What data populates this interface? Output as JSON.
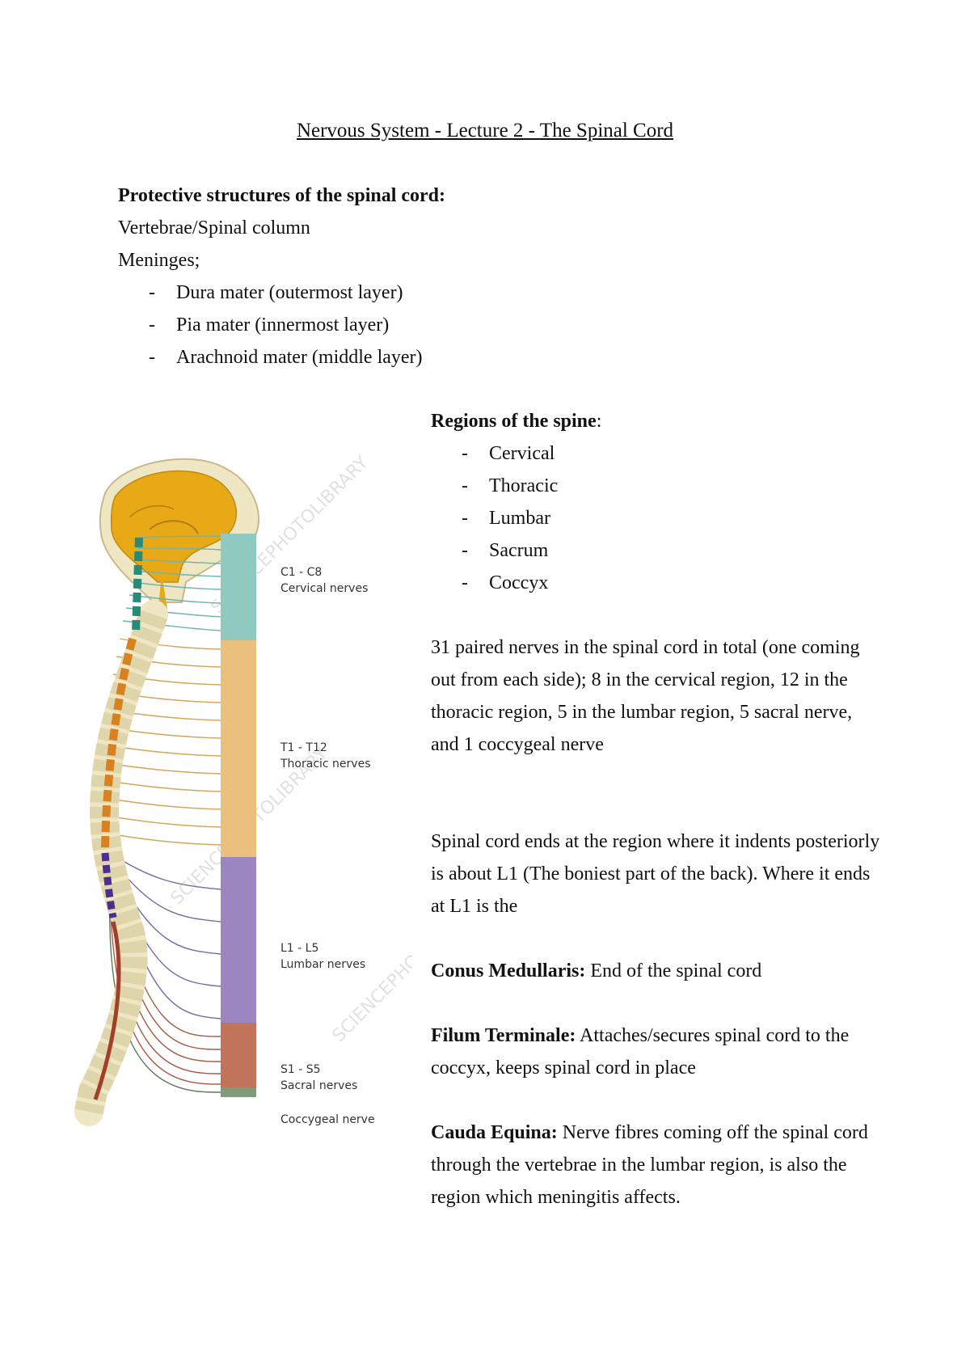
{
  "title": "Nervous System - Lecture 2 - The Spinal Cord",
  "protective": {
    "heading": "Protective structures of the spinal cord:",
    "line1": "Vertebrae/Spinal column",
    "line2": "Meninges;",
    "items": [
      "Dura mater (outermost layer)",
      "Pia mater (innermost layer)",
      "Arachnoid mater (middle layer)"
    ]
  },
  "regions": {
    "heading": "Regions of the spine",
    "colon": ":",
    "items": [
      "Cervical",
      "Thoracic",
      "Lumbar",
      "Sacrum",
      "Coccyx"
    ]
  },
  "bullet_char": "-",
  "paragraphs": {
    "nerves": "31 paired nerves in the spinal cord in total (one coming out from each side); 8 in the cervical region, 12 in the thoracic region, 5 in the lumbar region, 5 sacral nerve, and 1 coccygeal nerve",
    "ends": "Spinal cord ends at the region where it indents posteriorly is about L1 (The boniest part of the back). Where it ends at L1 is the",
    "conus_term": "Conus Medullaris:",
    "conus_def": " End of the spinal cord",
    "filum_term": "Filum Terminale:",
    "filum_def": " Attaches/secures spinal cord to the coccyx, keeps spinal cord in place",
    "cauda_term": "Cauda Equina:",
    "cauda_def": " Nerve fibres coming off the spinal cord through the vertebrae in the lumbar region, is also the region which meningitis affects."
  },
  "diagram": {
    "labels": {
      "cervical_range": "C1 - C8",
      "cervical_name": "Cervical nerves",
      "thoracic_range": "T1 - T12",
      "thoracic_name": "Thoracic nerves",
      "lumbar_range": "L1 - L5",
      "lumbar_name": "Lumbar nerves",
      "sacral_range": "S1 - S5",
      "sacral_name": "Sacral nerves",
      "coccygeal_name": "Coccygeal nerve"
    },
    "watermark": "SCIENCEPHOTOLIBRARY",
    "colors": {
      "cervical": "#8fc9bf",
      "thoracic": "#ebc07c",
      "lumbar": "#9b86c0",
      "sacral": "#c0755a",
      "coccygeal": "#7f9b7b",
      "brain": "#e8a917",
      "bone": "#efe6c4"
    }
  }
}
